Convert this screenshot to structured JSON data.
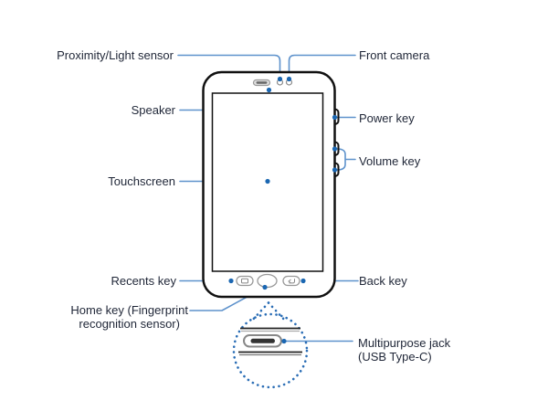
{
  "diagram": {
    "device": "tablet-front-view",
    "labels": {
      "proximity": "Proximity/Light sensor",
      "front_camera": "Front camera",
      "speaker": "Speaker",
      "power_key": "Power key",
      "volume_key": "Volume key",
      "touchscreen": "Touchscreen",
      "recents_key": "Recents key",
      "back_key": "Back key",
      "home_key": "Home key (Fingerprint\nrecognition sensor)",
      "multipurpose_jack": "Multipurpose jack\n(USB Type-C)"
    },
    "icons": [
      "speaker-slot-icon",
      "proximity-sensor-icon",
      "front-camera-lens-icon",
      "recents-key-icon",
      "back-key-icon",
      "usb-type-c-port-icon"
    ],
    "colors": {
      "background": "#ffffff",
      "label_text": "#1f2637",
      "leader_line": "#5e92cc",
      "callout_dot": "#1b67b2",
      "magnifier_dotted": "#2a6db5",
      "device_outline": "#111111",
      "detail_outline": "#999999"
    }
  }
}
